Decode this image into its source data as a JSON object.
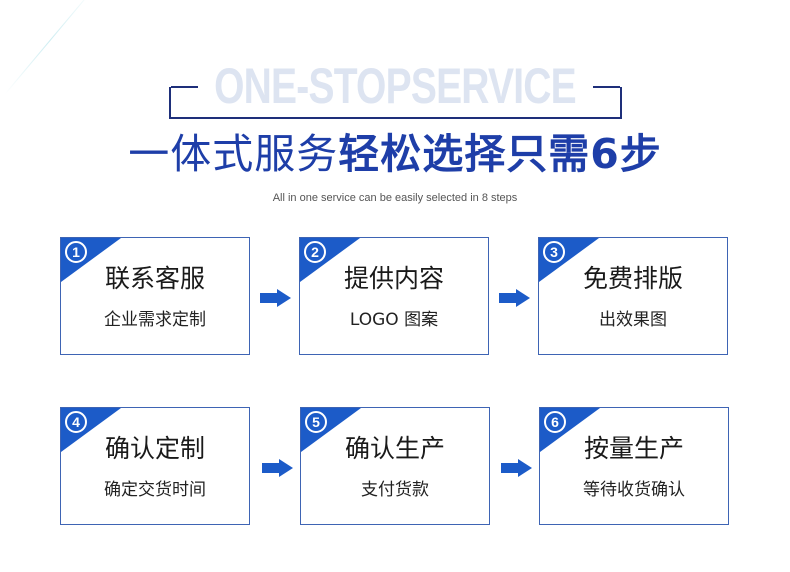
{
  "header": {
    "background_title": "ONE-STOPSERVICE",
    "main_title_light": "一体式服务",
    "main_title_bold": "轻松选择只需6步",
    "subtitle": "All in one service can be easily selected in 8 steps"
  },
  "colors": {
    "accent_blue": "#1c5bc8",
    "title_blue": "#1e3ea8",
    "bracket_navy": "#1e2f7a",
    "card_border": "#3e64b4",
    "watermark": "#dde4f1"
  },
  "steps": [
    {
      "number": "1",
      "title": "联系客服",
      "desc": "企业需求定制"
    },
    {
      "number": "2",
      "title": "提供内容",
      "desc": "LOGO 图案"
    },
    {
      "number": "3",
      "title": "免费排版",
      "desc": "出效果图"
    },
    {
      "number": "4",
      "title": "确认定制",
      "desc": "确定交货时间"
    },
    {
      "number": "5",
      "title": "确认生产",
      "desc": "支付货款"
    },
    {
      "number": "6",
      "title": "按量生产",
      "desc": "等待收货确认"
    }
  ],
  "icons": {
    "arrow": "arrow-right-icon",
    "step_badge": "circled-number-icon"
  }
}
